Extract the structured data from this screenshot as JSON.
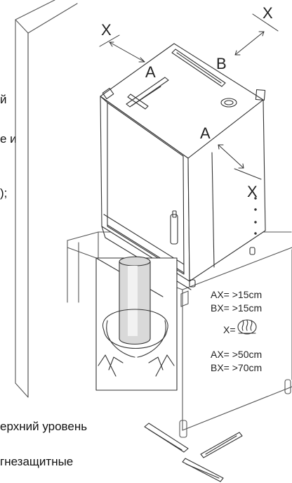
{
  "text_fragments": {
    "frag1": "й",
    "frag2": "е и",
    "frag3": ");",
    "frag4": "ерхний уровень",
    "frag5": "гнезащитные"
  },
  "labels": {
    "x_top_left": "X",
    "x_top_right": "X",
    "x_right": "X",
    "a_top": "A",
    "a_right": "A",
    "b": "B",
    "ax_15": "AX= >15cm",
    "bx_15": "BX= >15cm",
    "x_equals": "X=",
    "ax_50": "AX= >50cm",
    "bx_70": "BX= >70cm"
  }
}
